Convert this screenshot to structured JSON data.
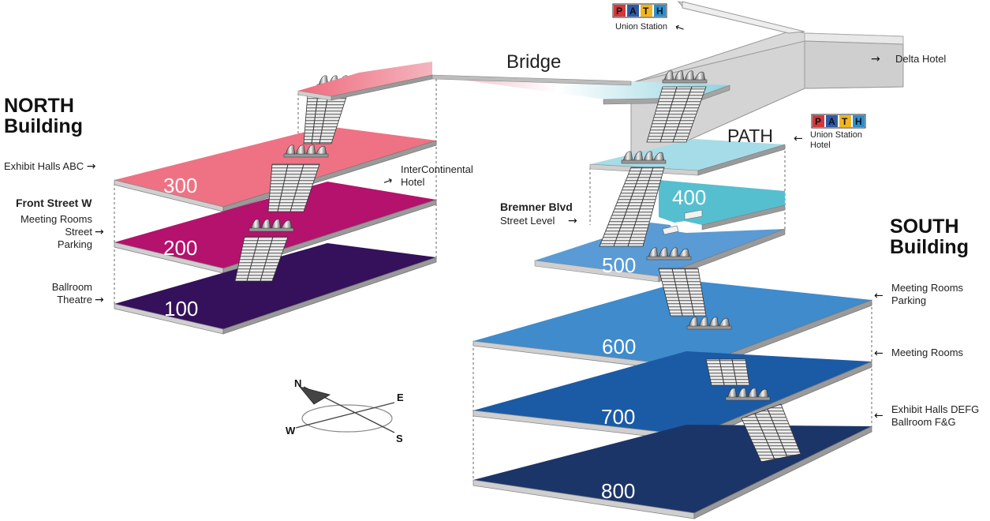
{
  "north": {
    "title_line1": "NORTH",
    "title_line2": "Building",
    "floors": [
      {
        "label": "300",
        "color": "#ee7284"
      },
      {
        "label": "200",
        "color": "#b4126c"
      },
      {
        "label": "100",
        "color": "#34115a"
      }
    ],
    "callouts": {
      "exhibit_abc": "Exhibit Halls ABC",
      "front_street": "Front Street W",
      "meeting_rooms": "Meeting Rooms",
      "street": "Street",
      "parking": "Parking",
      "ballroom": "Ballroom",
      "theatre": "Theatre",
      "intercontinental_1": "InterContinental",
      "intercontinental_2": "Hotel"
    }
  },
  "bridge": {
    "label": "Bridge",
    "color_start": "#ef6b7d",
    "color_end": "#8fd2e0"
  },
  "path_top": {
    "logo": [
      "P",
      "A",
      "T",
      "H"
    ],
    "logo_colors": [
      "#d6373a",
      "#2f5aa8",
      "#f2b51d",
      "#2a8fcf"
    ],
    "label": "Union Station",
    "delta": "Delta Hotel"
  },
  "path_mid": {
    "heading": "PATH",
    "logo": [
      "P",
      "A",
      "T",
      "H"
    ],
    "line1": "Union Station",
    "line2": "Hotel"
  },
  "south": {
    "title_line1": "SOUTH",
    "title_line2": "Building",
    "floors": [
      {
        "label": "400",
        "color": "#55bfd0"
      },
      {
        "label": "500",
        "color": "#5a9bd5"
      },
      {
        "label": "600",
        "color": "#3f8bcc"
      },
      {
        "label": "700",
        "color": "#1b5ba6"
      },
      {
        "label": "800",
        "color": "#1c3568"
      }
    ],
    "callouts": {
      "bremner": "Bremner Blvd",
      "street_level": "Street Level",
      "mr_parking_1": "Meeting Rooms",
      "mr_parking_2": "Parking",
      "meeting_rooms": "Meeting Rooms",
      "exhibit_defg": "Exhibit Halls DEFG",
      "ballroom_fg": "Ballroom F&G"
    }
  },
  "compass": {
    "n": "N",
    "e": "E",
    "s": "S",
    "w": "W"
  }
}
